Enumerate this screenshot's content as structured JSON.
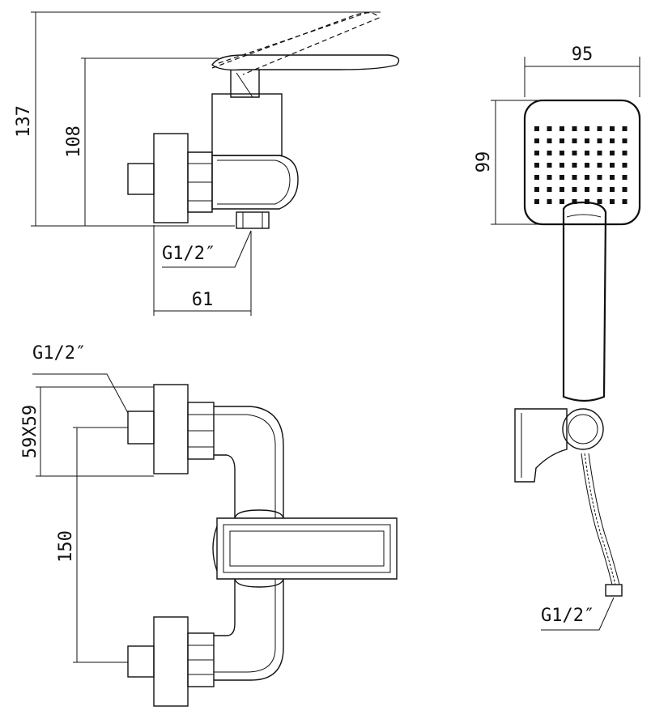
{
  "labels": {
    "height_total": "137",
    "height_outlet": "108",
    "thread_side": "G1/2″",
    "depth": "61",
    "thread_top": "G1/2″",
    "flange_size": "59X59",
    "center_spacing": "150",
    "head_width": "95",
    "head_height": "99",
    "thread_hose": "G1/2″"
  },
  "handshower": {
    "nozzle_rows": 7,
    "nozzle_cols": 8
  }
}
